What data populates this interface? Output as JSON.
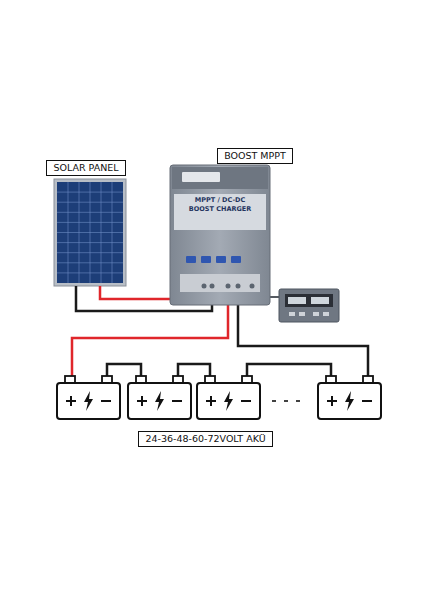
{
  "diagram": {
    "nodes": [
      {
        "text": [
          "SOLAR PANEL"
        ]
      },
      {
        "text": [
          "BOOST MPPT"
        ]
      },
      {
        "text": [
          "MPPT / DC-DC",
          "BOOST CHARGER"
        ]
      },
      {
        "text": [
          "24-36-48-60-72VOLT AKÜ"
        ]
      }
    ]
  }
}
